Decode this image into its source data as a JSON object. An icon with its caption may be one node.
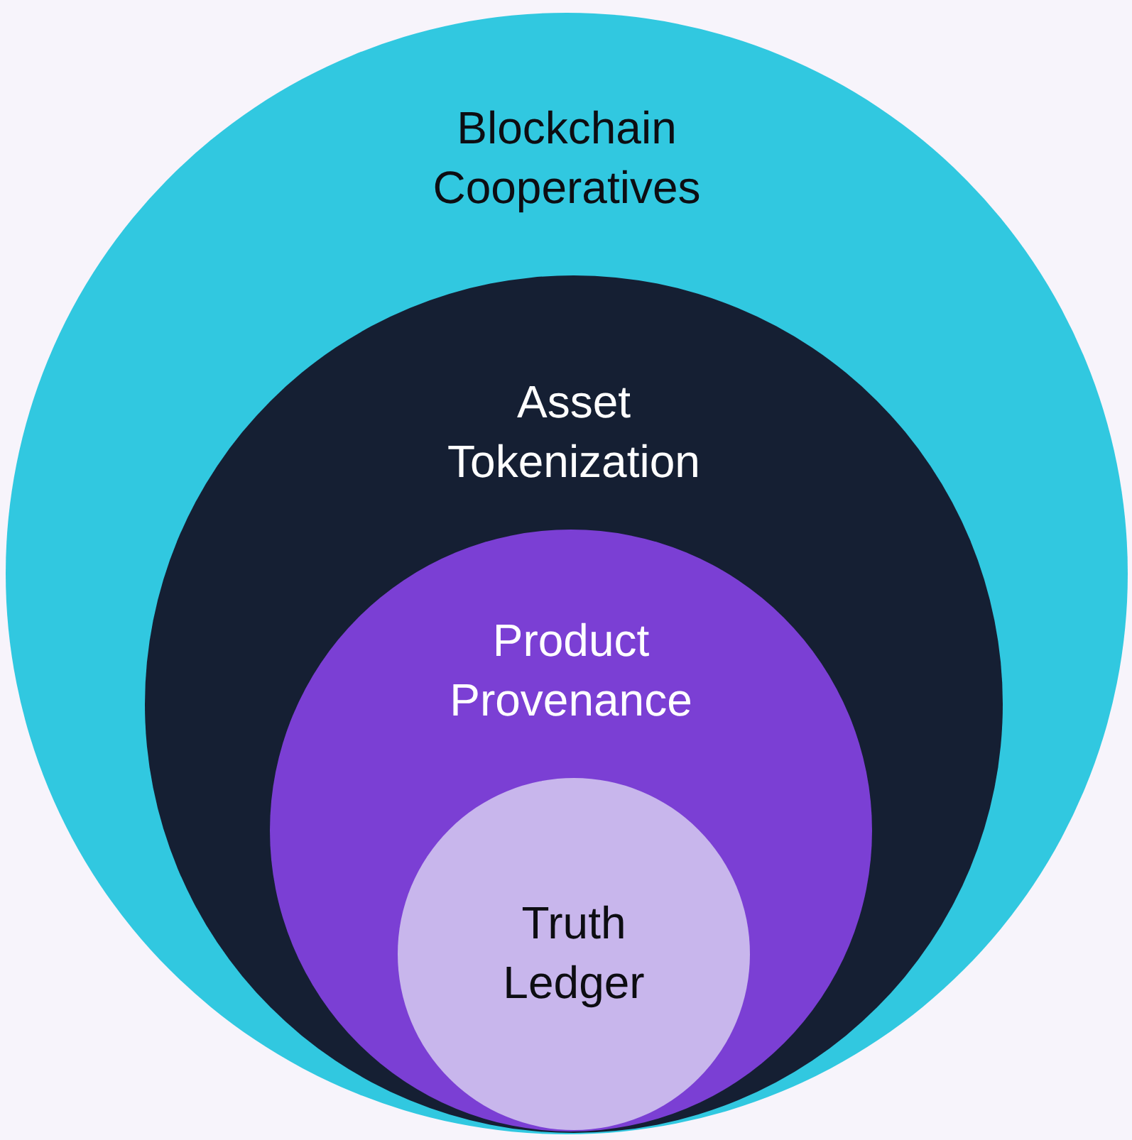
{
  "diagram": {
    "nodes": [
      {
        "text": [
          "Blockchain Cooperatives"
        ]
      },
      {
        "text": [
          "Asset Tokenization"
        ],
        "in": 0
      },
      {
        "text": [
          "Product Provenance"
        ],
        "in": 1
      },
      {
        "text": [
          "Truth Ledger"
        ],
        "in": 2
      }
    ]
  }
}
